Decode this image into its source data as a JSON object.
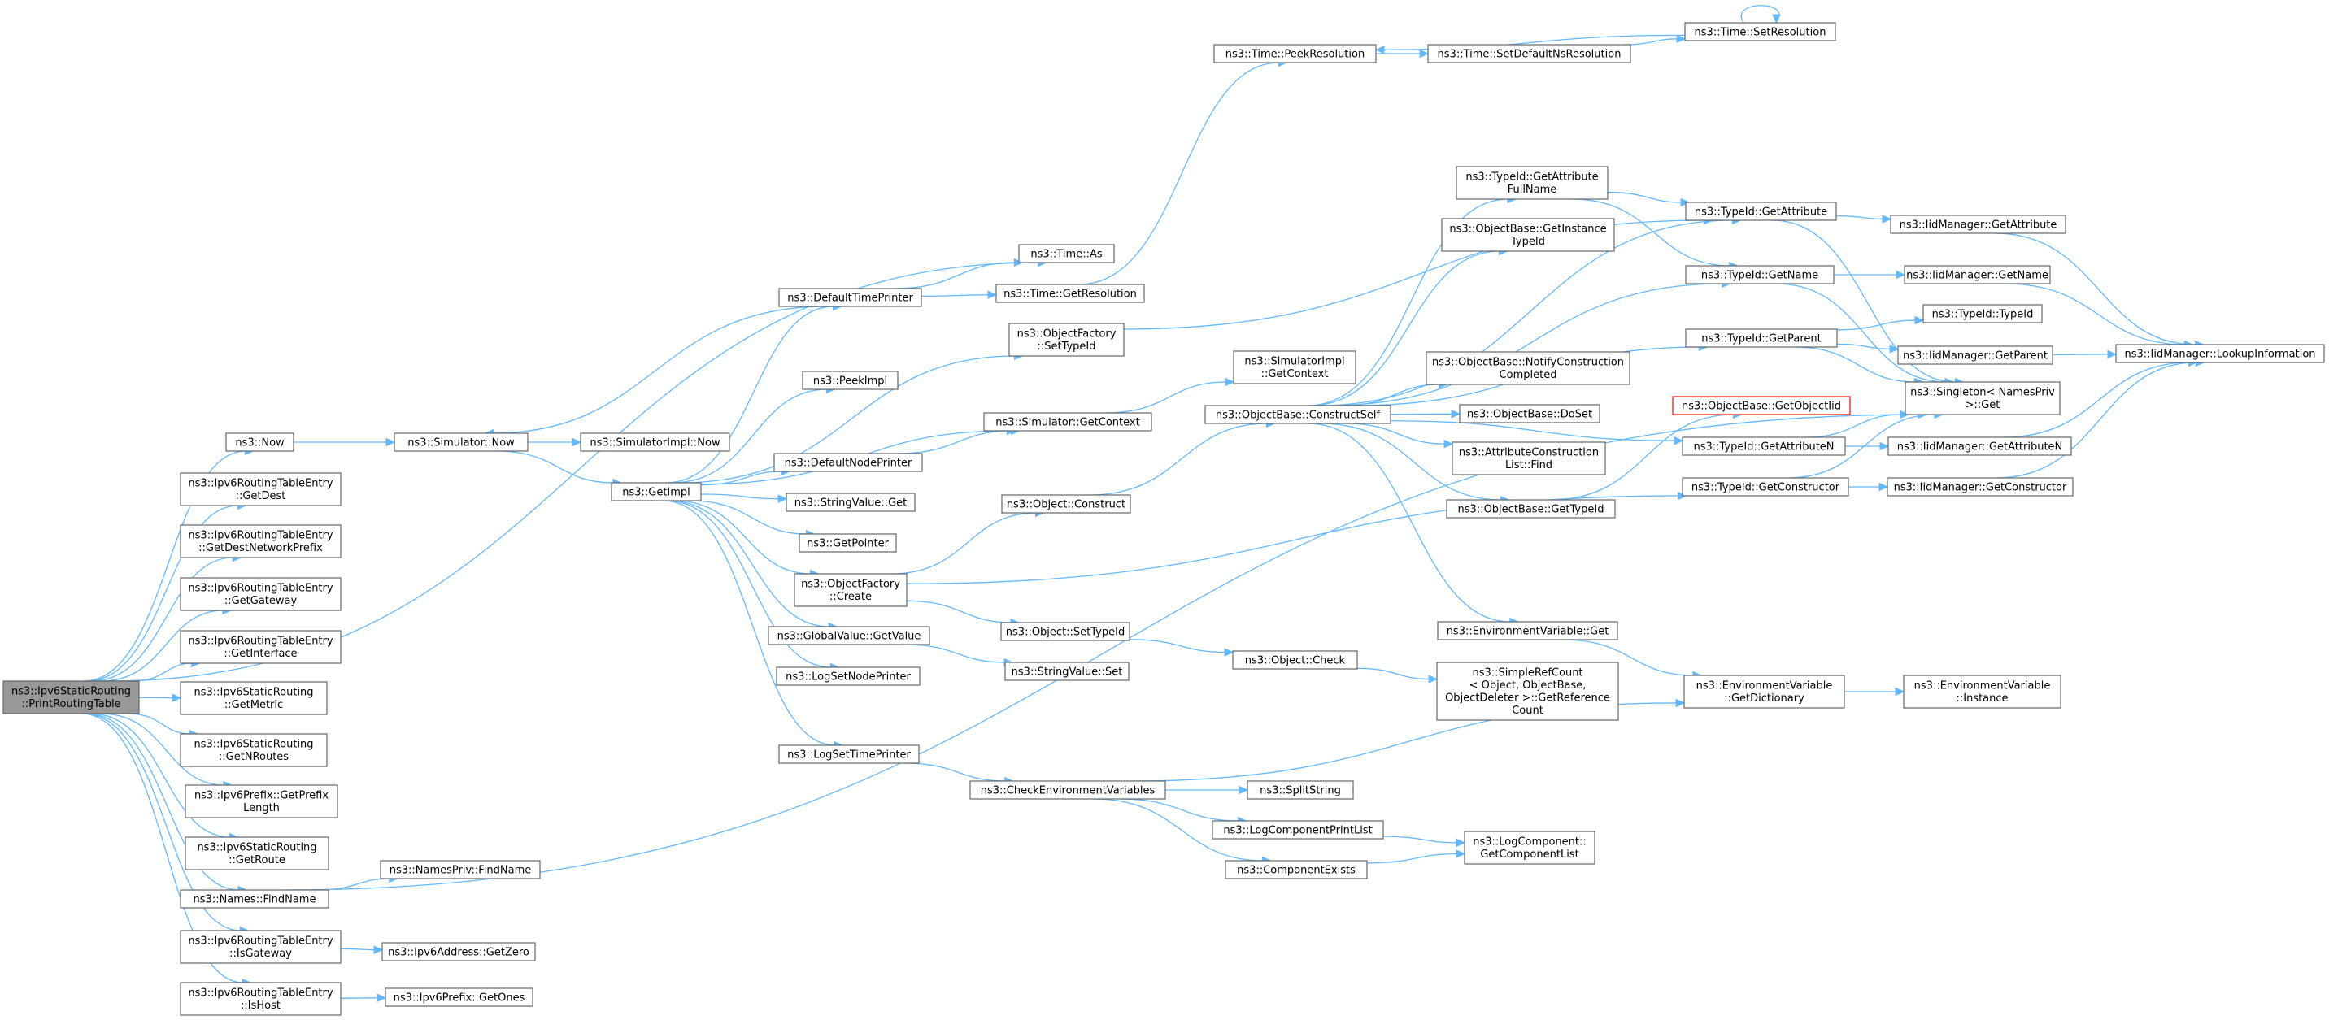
{
  "nodes": [
    {
      "id": "root",
      "lines": [
        "ns3::Ipv6StaticRouting",
        "::PrintRoutingTable"
      ],
      "style": "root"
    },
    {
      "id": "time_as",
      "lines": [
        "ns3::Time::As"
      ]
    },
    {
      "id": "now",
      "lines": [
        "ns3::Now"
      ]
    },
    {
      "id": "rte_getdest",
      "lines": [
        "ns3::Ipv6RoutingTableEntry",
        "::GetDest"
      ]
    },
    {
      "id": "rte_getdestnet",
      "lines": [
        "ns3::Ipv6RoutingTableEntry",
        "::GetDestNetworkPrefix"
      ]
    },
    {
      "id": "rte_getgateway",
      "lines": [
        "ns3::Ipv6RoutingTableEntry",
        "::GetGateway"
      ]
    },
    {
      "id": "rte_getinterface",
      "lines": [
        "ns3::Ipv6RoutingTableEntry",
        "::GetInterface"
      ]
    },
    {
      "id": "sr_getmetric",
      "lines": [
        "ns3::Ipv6StaticRouting",
        "::GetMetric"
      ]
    },
    {
      "id": "sr_getnroutes",
      "lines": [
        "ns3::Ipv6StaticRouting",
        "::GetNRoutes"
      ]
    },
    {
      "id": "prefix_getlen",
      "lines": [
        "ns3::Ipv6Prefix::GetPrefix",
        "Length"
      ]
    },
    {
      "id": "sr_getroute",
      "lines": [
        "ns3::Ipv6StaticRouting",
        "::GetRoute"
      ]
    },
    {
      "id": "names_findname",
      "lines": [
        "ns3::Names::FindName"
      ]
    },
    {
      "id": "rte_isgateway",
      "lines": [
        "ns3::Ipv6RoutingTableEntry",
        "::IsGateway"
      ]
    },
    {
      "id": "rte_ishost",
      "lines": [
        "ns3::Ipv6RoutingTableEntry",
        "::IsHost"
      ]
    },
    {
      "id": "sim_now",
      "lines": [
        "ns3::Simulator::Now"
      ]
    },
    {
      "id": "simimpl_now",
      "lines": [
        "ns3::SimulatorImpl::Now"
      ]
    },
    {
      "id": "getimpl",
      "lines": [
        "ns3::GetImpl"
      ]
    },
    {
      "id": "defaulttimeprinter",
      "lines": [
        "ns3::DefaultTimePrinter"
      ]
    },
    {
      "id": "peekimpl",
      "lines": [
        "ns3::PeekImpl"
      ]
    },
    {
      "id": "defaultnodeprinter",
      "lines": [
        "ns3::DefaultNodePrinter"
      ]
    },
    {
      "id": "stringvalue_get",
      "lines": [
        "ns3::StringValue::Get"
      ]
    },
    {
      "id": "getpointer",
      "lines": [
        "ns3::GetPointer"
      ]
    },
    {
      "id": "objfactory_create",
      "lines": [
        "ns3::ObjectFactory",
        "::Create"
      ]
    },
    {
      "id": "globalvalue_getvalue",
      "lines": [
        "ns3::GlobalValue::GetValue"
      ]
    },
    {
      "id": "logsetnodeprinter",
      "lines": [
        "ns3::LogSetNodePrinter"
      ]
    },
    {
      "id": "logsettimeprinter",
      "lines": [
        "ns3::LogSetTimePrinter"
      ]
    },
    {
      "id": "namespriv_findname",
      "lines": [
        "ns3::NamesPriv::FindName"
      ]
    },
    {
      "id": "addr_getzero",
      "lines": [
        "ns3::Ipv6Address::GetZero"
      ]
    },
    {
      "id": "prefix_getones",
      "lines": [
        "ns3::Ipv6Prefix::GetOnes"
      ]
    },
    {
      "id": "time_getresolution",
      "lines": [
        "ns3::Time::GetResolution"
      ]
    },
    {
      "id": "objfactory_settypeid",
      "lines": [
        "ns3::ObjectFactory",
        "::SetTypeId"
      ]
    },
    {
      "id": "sim_getcontext",
      "lines": [
        "ns3::Simulator::GetContext"
      ]
    },
    {
      "id": "object_construct",
      "lines": [
        "ns3::Object::Construct"
      ]
    },
    {
      "id": "object_settypeid",
      "lines": [
        "ns3::Object::SetTypeId"
      ]
    },
    {
      "id": "stringvalue_set",
      "lines": [
        "ns3::StringValue::Set"
      ]
    },
    {
      "id": "checkenvvars",
      "lines": [
        "ns3::CheckEnvironmentVariables"
      ]
    },
    {
      "id": "time_peekresolution",
      "lines": [
        "ns3::Time::PeekResolution"
      ]
    },
    {
      "id": "time_setdefaultns",
      "lines": [
        "ns3::Time::SetDefaultNsResolution"
      ]
    },
    {
      "id": "time_setresolution",
      "lines": [
        "ns3::Time::SetResolution"
      ]
    },
    {
      "id": "simimpl_getcontext",
      "lines": [
        "ns3::SimulatorImpl",
        "::GetContext"
      ]
    },
    {
      "id": "objbase_constructself",
      "lines": [
        "ns3::ObjectBase::ConstructSelf"
      ]
    },
    {
      "id": "object_check",
      "lines": [
        "ns3::Object::Check"
      ]
    },
    {
      "id": "splitstring",
      "lines": [
        "ns3::SplitString"
      ]
    },
    {
      "id": "logcomponentprintlist",
      "lines": [
        "ns3::LogComponentPrintList"
      ]
    },
    {
      "id": "componentexists",
      "lines": [
        "ns3::ComponentExists"
      ]
    },
    {
      "id": "typeid_getattrfullname",
      "lines": [
        "ns3::TypeId::GetAttribute",
        "FullName"
      ]
    },
    {
      "id": "objbase_getinstancetypeid",
      "lines": [
        "ns3::ObjectBase::GetInstance",
        "TypeId"
      ]
    },
    {
      "id": "objbase_notifyconstruction",
      "lines": [
        "ns3::ObjectBase::NotifyConstruction",
        "Completed"
      ]
    },
    {
      "id": "objbase_doset",
      "lines": [
        "ns3::ObjectBase::DoSet"
      ]
    },
    {
      "id": "attrconstructionlist_find",
      "lines": [
        "ns3::AttributeConstruction",
        "List::Find"
      ]
    },
    {
      "id": "objbase_gettypeid",
      "lines": [
        "ns3::ObjectBase::GetTypeId"
      ]
    },
    {
      "id": "envvar_get",
      "lines": [
        "ns3::EnvironmentVariable::Get"
      ]
    },
    {
      "id": "simplerefcount",
      "lines": [
        "ns3::SimpleRefCount",
        "< Object, ObjectBase,",
        " ObjectDeleter >::GetReference",
        "Count"
      ]
    },
    {
      "id": "logcomponent_getlist",
      "lines": [
        "ns3::LogComponent::",
        "GetComponentList"
      ]
    },
    {
      "id": "typeid_getattribute",
      "lines": [
        "ns3::TypeId::GetAttribute"
      ]
    },
    {
      "id": "typeid_getname",
      "lines": [
        "ns3::TypeId::GetName"
      ]
    },
    {
      "id": "typeid_getparent",
      "lines": [
        "ns3::TypeId::GetParent"
      ]
    },
    {
      "id": "objbase_getobjectiid",
      "lines": [
        "ns3::ObjectBase::GetObjectIid"
      ],
      "style": "red"
    },
    {
      "id": "typeid_getattributen",
      "lines": [
        "ns3::TypeId::GetAttributeN"
      ]
    },
    {
      "id": "typeid_getconstructor",
      "lines": [
        "ns3::TypeId::GetConstructor"
      ]
    },
    {
      "id": "envvar_getdictionary",
      "lines": [
        "ns3::EnvironmentVariable",
        "::GetDictionary"
      ]
    },
    {
      "id": "iid_getattribute",
      "lines": [
        "ns3::IidManager::GetAttribute"
      ]
    },
    {
      "id": "iid_getname",
      "lines": [
        "ns3::IidManager::GetName"
      ]
    },
    {
      "id": "typeid_typeid",
      "lines": [
        "ns3::TypeId::TypeId"
      ]
    },
    {
      "id": "iid_getparent",
      "lines": [
        "ns3::IidManager::GetParent"
      ]
    },
    {
      "id": "singleton_get",
      "lines": [
        "ns3::Singleton< NamesPriv",
        " >::Get"
      ]
    },
    {
      "id": "iid_getattributen",
      "lines": [
        "ns3::IidManager::GetAttributeN"
      ]
    },
    {
      "id": "iid_getconstructor",
      "lines": [
        "ns3::IidManager::GetConstructor"
      ]
    },
    {
      "id": "envvar_instance",
      "lines": [
        "ns3::EnvironmentVariable",
        "::Instance"
      ]
    },
    {
      "id": "iid_lookupinformation",
      "lines": [
        "ns3::IidManager::LookupInformation"
      ]
    }
  ],
  "edges": [
    [
      "root",
      "time_as"
    ],
    [
      "root",
      "now"
    ],
    [
      "root",
      "rte_getdest"
    ],
    [
      "root",
      "rte_getdestnet"
    ],
    [
      "root",
      "rte_getgateway"
    ],
    [
      "root",
      "rte_getinterface"
    ],
    [
      "root",
      "sr_getmetric"
    ],
    [
      "root",
      "sr_getnroutes"
    ],
    [
      "root",
      "prefix_getlen"
    ],
    [
      "root",
      "sr_getroute"
    ],
    [
      "root",
      "names_findname"
    ],
    [
      "root",
      "rte_isgateway"
    ],
    [
      "root",
      "rte_ishost"
    ],
    [
      "now",
      "sim_now"
    ],
    [
      "sim_now",
      "simimpl_now"
    ],
    [
      "sim_now",
      "getimpl"
    ],
    [
      "getimpl",
      "defaulttimeprinter"
    ],
    [
      "getimpl",
      "peekimpl"
    ],
    [
      "getimpl",
      "defaultnodeprinter"
    ],
    [
      "getimpl",
      "stringvalue_get"
    ],
    [
      "getimpl",
      "getpointer"
    ],
    [
      "getimpl",
      "objfactory_create"
    ],
    [
      "getimpl",
      "globalvalue_getvalue"
    ],
    [
      "getimpl",
      "logsetnodeprinter"
    ],
    [
      "getimpl",
      "logsettimeprinter"
    ],
    [
      "getimpl",
      "objfactory_settypeid"
    ],
    [
      "getimpl",
      "sim_getcontext"
    ],
    [
      "defaulttimeprinter",
      "time_as"
    ],
    [
      "defaulttimeprinter",
      "time_getresolution"
    ],
    [
      "defaulttimeprinter",
      "sim_now"
    ],
    [
      "time_getresolution",
      "time_peekresolution"
    ],
    [
      "time_peekresolution",
      "time_setdefaultns"
    ],
    [
      "time_setdefaultns",
      "time_setresolution"
    ],
    [
      "time_setresolution",
      "time_setresolution"
    ],
    [
      "time_setresolution",
      "time_peekresolution"
    ],
    [
      "objfactory_settypeid",
      "typeid_getattribute"
    ],
    [
      "sim_getcontext",
      "simimpl_getcontext"
    ],
    [
      "defaultnodeprinter",
      "sim_getcontext"
    ],
    [
      "objfactory_create",
      "object_construct"
    ],
    [
      "objfactory_create",
      "object_settypeid"
    ],
    [
      "objfactory_create",
      "typeid_getconstructor"
    ],
    [
      "object_construct",
      "objbase_constructself"
    ],
    [
      "object_settypeid",
      "object_check"
    ],
    [
      "object_check",
      "simplerefcount"
    ],
    [
      "globalvalue_getvalue",
      "stringvalue_set"
    ],
    [
      "logsettimeprinter",
      "checkenvvars"
    ],
    [
      "checkenvvars",
      "splitstring"
    ],
    [
      "checkenvvars",
      "logcomponentprintlist"
    ],
    [
      "checkenvvars",
      "componentexists"
    ],
    [
      "checkenvvars",
      "envvar_getdictionary"
    ],
    [
      "logcomponentprintlist",
      "logcomponent_getlist"
    ],
    [
      "componentexists",
      "logcomponent_getlist"
    ],
    [
      "objbase_constructself",
      "typeid_getattrfullname"
    ],
    [
      "objbase_constructself",
      "objbase_getinstancetypeid"
    ],
    [
      "objbase_constructself",
      "objbase_notifyconstruction"
    ],
    [
      "objbase_constructself",
      "objbase_doset"
    ],
    [
      "objbase_constructself",
      "attrconstructionlist_find"
    ],
    [
      "objbase_constructself",
      "objbase_gettypeid"
    ],
    [
      "objbase_constructself",
      "envvar_get"
    ],
    [
      "objbase_constructself",
      "typeid_getattribute"
    ],
    [
      "objbase_constructself",
      "typeid_getname"
    ],
    [
      "objbase_constructself",
      "typeid_getparent"
    ],
    [
      "objbase_constructself",
      "typeid_getattributen"
    ],
    [
      "objbase_gettypeid",
      "objbase_getobjectiid"
    ],
    [
      "typeid_getattrfullname",
      "typeid_getattribute"
    ],
    [
      "typeid_getattrfullname",
      "typeid_getname"
    ],
    [
      "typeid_getattribute",
      "iid_getattribute"
    ],
    [
      "typeid_getattribute",
      "singleton_get"
    ],
    [
      "typeid_getname",
      "iid_getname"
    ],
    [
      "typeid_getname",
      "singleton_get"
    ],
    [
      "typeid_getparent",
      "typeid_typeid"
    ],
    [
      "typeid_getparent",
      "iid_getparent"
    ],
    [
      "typeid_getparent",
      "singleton_get"
    ],
    [
      "typeid_getattributen",
      "iid_getattributen"
    ],
    [
      "typeid_getattributen",
      "singleton_get"
    ],
    [
      "typeid_getconstructor",
      "iid_getconstructor"
    ],
    [
      "typeid_getconstructor",
      "singleton_get"
    ],
    [
      "envvar_get",
      "envvar_getdictionary"
    ],
    [
      "envvar_getdictionary",
      "envvar_instance"
    ],
    [
      "iid_getattribute",
      "iid_lookupinformation"
    ],
    [
      "iid_getname",
      "iid_lookupinformation"
    ],
    [
      "iid_getparent",
      "iid_lookupinformation"
    ],
    [
      "iid_getattributen",
      "iid_lookupinformation"
    ],
    [
      "iid_getconstructor",
      "iid_lookupinformation"
    ],
    [
      "names_findname",
      "namespriv_findname"
    ],
    [
      "names_findname",
      "singleton_get"
    ],
    [
      "rte_isgateway",
      "addr_getzero"
    ],
    [
      "rte_ishost",
      "prefix_getones"
    ]
  ]
}
